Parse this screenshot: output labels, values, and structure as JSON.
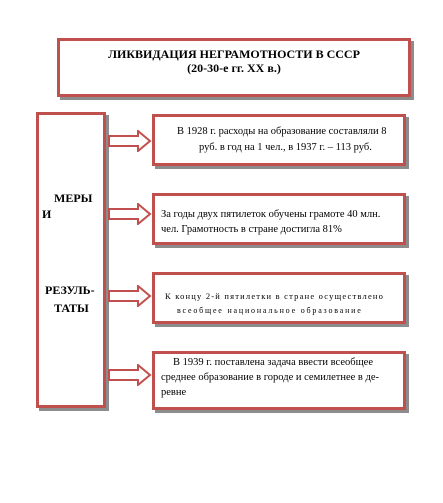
{
  "title": {
    "line1": "ЛИКВИДАЦИЯ НЕГРАМОТНОСТИ В СССР",
    "line2": "(20-30-е гг. ХХ в.)"
  },
  "left": {
    "measures_1": "МЕРЫ",
    "measures_2": "И",
    "results_1": "РЕЗУЛЬ-",
    "results_2": "ТАТЫ"
  },
  "items": [
    {
      "line1": "В 1928 г. расходы на образование составляли 8",
      "line2": "руб. в год на 1 чел., в 1937 г. – 113 руб."
    },
    {
      "line1": "За годы двух пятилеток обучены грамоте 40 млн.",
      "line2": "чел. Грамотность в стране достигла 81%"
    },
    {
      "line1": "К концу 2-й пятилетки в стране осуществлено",
      "line2": "всеобщее национальное образование"
    },
    {
      "line1": "В 1939 г. поставлена задача ввести всеобщее",
      "line2": "среднее образование в городе и семилетнее в де-",
      "line3": "ревне"
    }
  ],
  "colors": {
    "border": "#c0504d",
    "shadow": "#8c8c8c"
  }
}
